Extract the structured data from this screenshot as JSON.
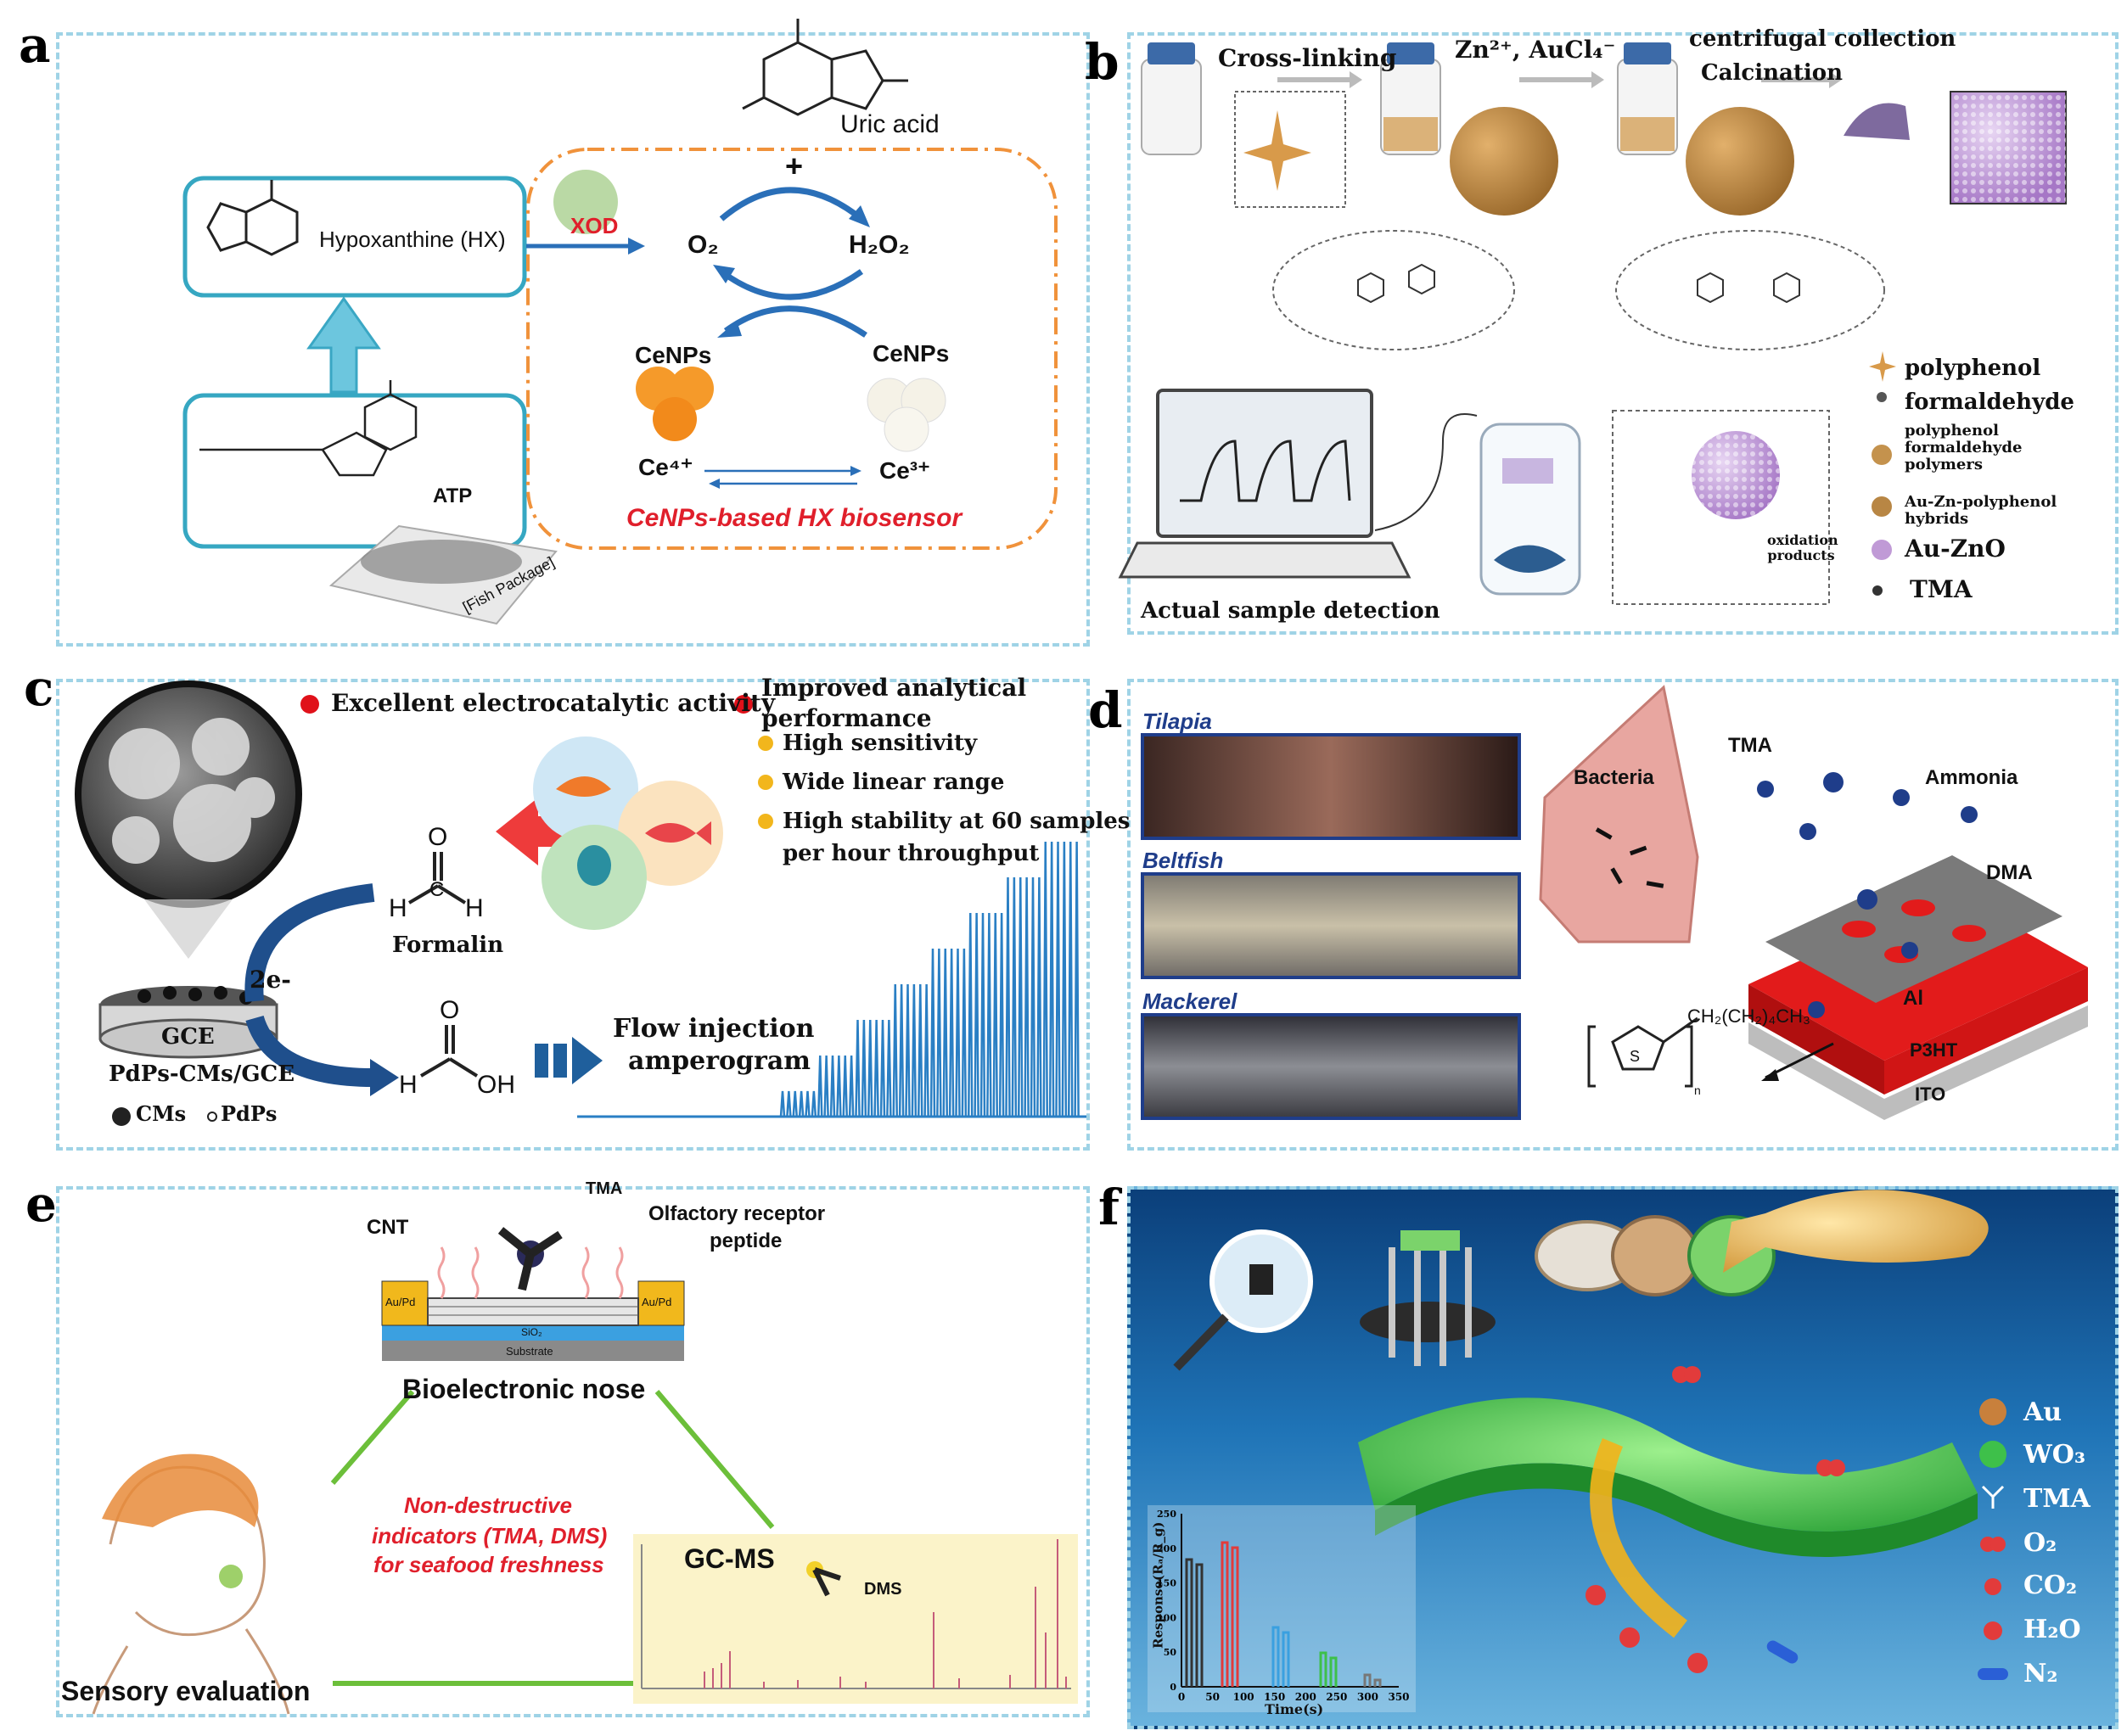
{
  "panels": [
    {
      "id": "a",
      "label": "a"
    },
    {
      "id": "b",
      "label": "b"
    },
    {
      "id": "c",
      "label": "c"
    },
    {
      "id": "d",
      "label": "d"
    },
    {
      "id": "e",
      "label": "e"
    },
    {
      "id": "f",
      "label": "f"
    }
  ],
  "a": {
    "uric_acid": "Uric acid",
    "hx_label": "Hypoxanthine (HX)",
    "xod": "XOD",
    "o2": "O₂",
    "h2o2": "H₂O₂",
    "plus": "+",
    "cenps_left": "CeNPs",
    "cenps_right": "CeNPs",
    "ce4": "Ce⁴⁺",
    "ce3": "Ce³⁺",
    "atp": "ATP",
    "fish_package": "[Fish Package]",
    "caption": "CeNPs-based  HX biosensor"
  },
  "b": {
    "step1": "Cross-linking",
    "step2": "Zn²⁺, AuCl₄⁻",
    "step3a": "centrifugal collection",
    "step3b": "Calcination",
    "detection": "Actual sample detection",
    "oxidation": "oxidation products",
    "legend": [
      {
        "icon": "star-icon",
        "text": "polyphenol",
        "color": "#d89a4a"
      },
      {
        "icon": "molecule-icon",
        "text": "formaldehyde",
        "color": "#555555"
      },
      {
        "icon": "dot-icon",
        "text": "polyphenol formaldehyde polymers",
        "color": "#c4924d"
      },
      {
        "icon": "dot-icon",
        "text": "Au-Zn-polyphenol hybrids",
        "color": "#b88644"
      },
      {
        "icon": "dot-icon",
        "text": "Au-ZnO",
        "color": "#c09ad6"
      },
      {
        "icon": "molecule-icon",
        "text": "TMA",
        "color": "#333333"
      }
    ]
  },
  "c": {
    "point1": "Excellent electrocatalytic activity",
    "point2a": "Improved analytical",
    "point2b": "performance",
    "sub1": "High sensitivity",
    "sub2": "Wide linear range",
    "sub3a": "High stability at 60 samples",
    "sub3b": "per hour throughput",
    "formalin": "Formalin",
    "electrons": "2e-",
    "gce": "GCE",
    "electrode": "PdPs-CMs/GCE",
    "legend_cms": "CMs",
    "legend_pdps": "PdPs",
    "flow1": "Flow injection",
    "flow2": "amperogram",
    "h_left": "H",
    "h_right": "H",
    "o_top": "O",
    "h_acid": "H",
    "oh_acid": "OH",
    "o_acid": "O",
    "c_label": "C"
  },
  "d": {
    "fish": [
      "Tilapia",
      "Beltfish",
      "Mackerel"
    ],
    "bacteria": "Bacteria",
    "tma": "TMA",
    "ammonia": "Ammonia",
    "dma": "DMA",
    "al": "Al",
    "p3ht": "P3HT",
    "ito": "ITO",
    "formula": "CH₂(CH₂)₄CH₃",
    "s": "S",
    "n": "n"
  },
  "e": {
    "tma": "TMA",
    "cnt": "CNT",
    "olfactory1": "Olfactory receptor",
    "olfactory2": "peptide",
    "aupd": "Au/Pd",
    "sio2": "SiO₂",
    "substrate": "Substrate",
    "nose": "Bioelectronic nose",
    "indicators1": "Non-destructive",
    "indicators2": "indicators (TMA, DMS)",
    "indicators3": "for seafood freshness",
    "gcms": "GC-MS",
    "dms": "DMS",
    "sensory": "Sensory evaluation"
  },
  "f": {
    "legend": [
      {
        "text": "Au",
        "color": "#c8803c"
      },
      {
        "text": "WO₃",
        "color": "#3ec04a"
      },
      {
        "text": "TMA",
        "color": "#ffffff"
      },
      {
        "text": "O₂",
        "color": "#e23b3b"
      },
      {
        "text": "CO₂",
        "color": "#e23b3b"
      },
      {
        "text": "H₂O",
        "color": "#e23b3b"
      },
      {
        "text": "N₂",
        "color": "#2a5fd6"
      }
    ],
    "ylabel": "Response(Rₐ/R_g)",
    "xlabel": "Time(s)",
    "xticks": [
      "0",
      "50",
      "100",
      "150",
      "200",
      "250",
      "300",
      "350"
    ],
    "yticks": [
      "0",
      "50",
      "100",
      "150",
      "200",
      "250"
    ]
  }
}
